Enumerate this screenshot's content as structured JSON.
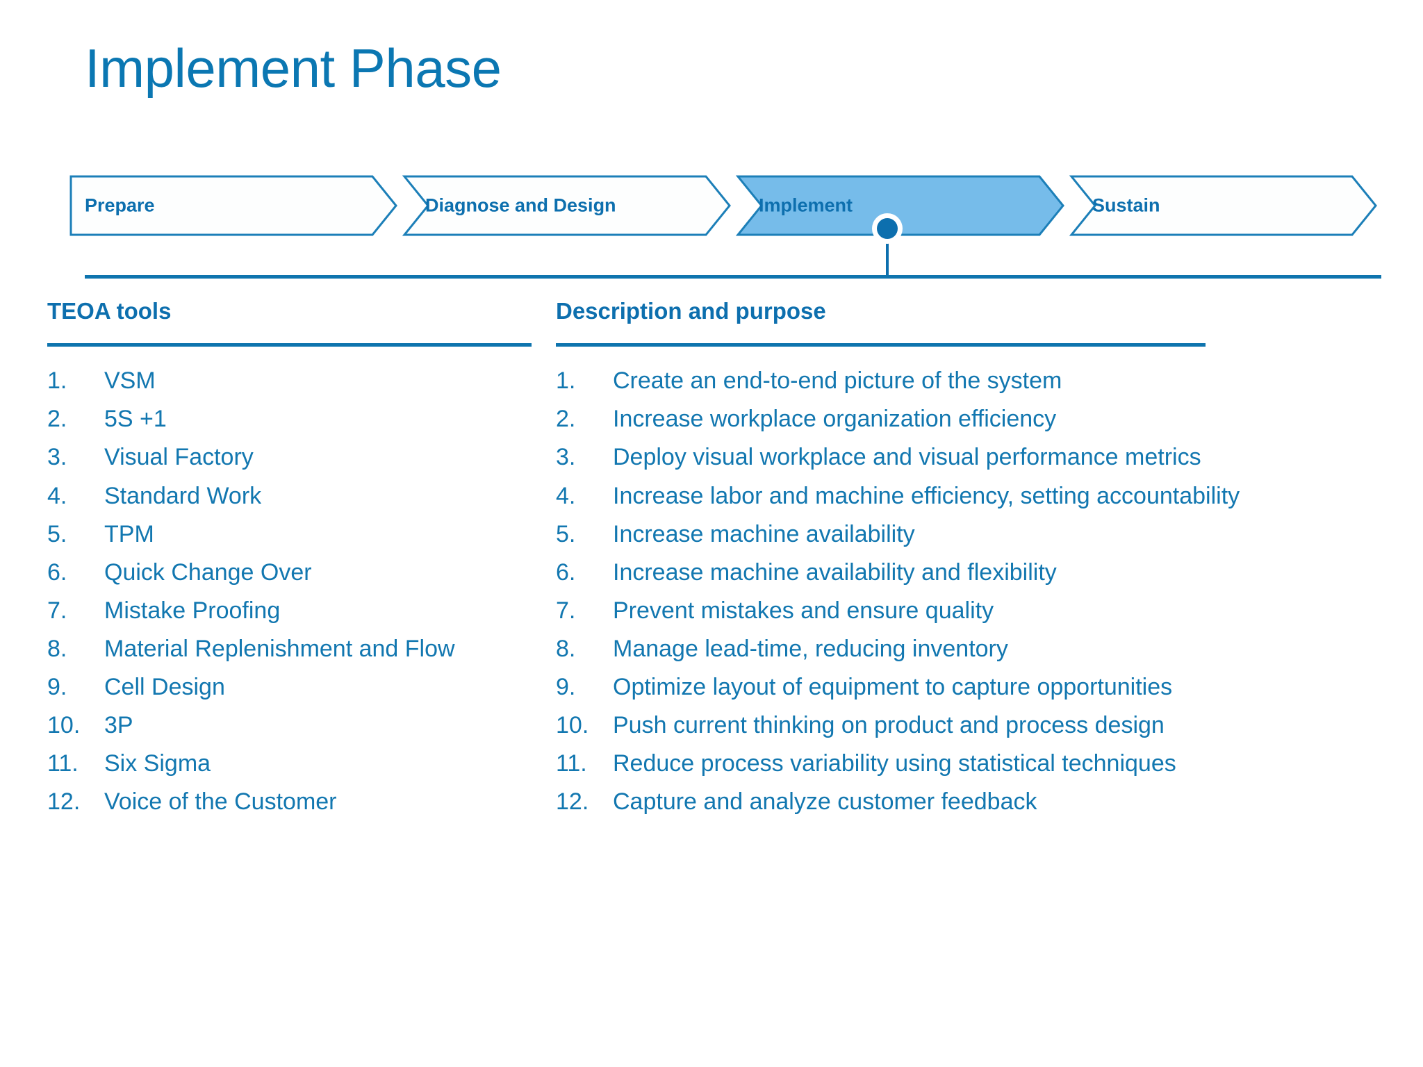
{
  "slide": {
    "title": "Implement Phase",
    "colors": {
      "title_blue": "#0B77B2",
      "text_blue": "#1277B0",
      "heading_blue": "#0D6FAE",
      "rule_blue": "#0E74AE",
      "chevron_active_fill": "#76BCEA",
      "chevron_stroke": "#1C7FB8",
      "background": "#FFFFFF"
    }
  },
  "process_bar": {
    "name": "phase-chevron-bar",
    "active_index": 2,
    "steps": [
      {
        "label": "Prepare",
        "active": false
      },
      {
        "label": "Diagnose and Design",
        "active": false
      },
      {
        "label": "Implement",
        "active": true
      },
      {
        "label": "Sustain",
        "active": false
      }
    ]
  },
  "columns": {
    "tools": {
      "heading": "TEOA tools",
      "items": [
        {
          "num": "1.",
          "text": "VSM"
        },
        {
          "num": "2.",
          "text": "5S +1"
        },
        {
          "num": "3.",
          "text": "Visual Factory"
        },
        {
          "num": "4.",
          "text": "Standard Work"
        },
        {
          "num": "5.",
          "text": "TPM"
        },
        {
          "num": "6.",
          "text": "Quick Change Over"
        },
        {
          "num": "7.",
          "text": "Mistake Proofing"
        },
        {
          "num": "8.",
          "text": "Material Replenishment and Flow"
        },
        {
          "num": "9.",
          "text": "Cell Design"
        },
        {
          "num": "10.",
          "text": "3P"
        },
        {
          "num": "11.",
          "text": "Six Sigma"
        },
        {
          "num": "12.",
          "text": "Voice of the Customer"
        }
      ]
    },
    "description": {
      "heading": "Description and purpose",
      "items": [
        {
          "num": "1.",
          "text": "Create an end-to-end picture of the system"
        },
        {
          "num": "2.",
          "text": "Increase workplace organization efficiency"
        },
        {
          "num": "3.",
          "text": "Deploy visual workplace and visual performance metrics"
        },
        {
          "num": "4.",
          "text": "Increase labor and machine efficiency, setting accountability"
        },
        {
          "num": "5.",
          "text": "Increase machine availability"
        },
        {
          "num": "6.",
          "text": "Increase machine availability and flexibility"
        },
        {
          "num": "7.",
          "text": "Prevent mistakes and ensure quality"
        },
        {
          "num": "8.",
          "text": "Manage lead-time, reducing inventory"
        },
        {
          "num": "9.",
          "text": "Optimize layout of equipment to capture opportunities"
        },
        {
          "num": "10.",
          "text": "Push current thinking on product and process design"
        },
        {
          "num": "11.",
          "text": "Reduce process variability using statistical techniques"
        },
        {
          "num": "12.",
          "text": "Capture and analyze customer feedback"
        }
      ]
    }
  }
}
